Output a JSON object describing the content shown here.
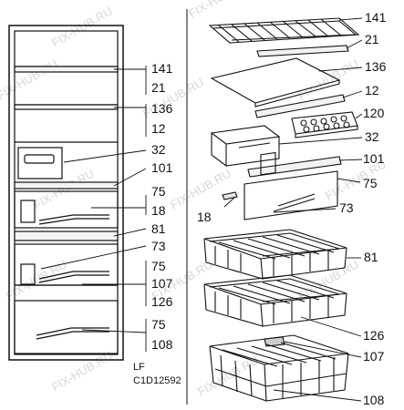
{
  "watermark": "FIX-HUB.RU",
  "footer": {
    "line1": "LF",
    "line2": "C1D12592"
  },
  "left_labels": [
    "141",
    "21",
    "136",
    "12",
    "32",
    "101",
    "75",
    "18",
    "81",
    "73",
    "75",
    "107",
    "126",
    "75",
    "108"
  ],
  "right_labels": [
    "141",
    "21",
    "136",
    "12",
    "120",
    "32",
    "101",
    "75",
    "18",
    "73",
    "81",
    "126",
    "107",
    "108"
  ]
}
